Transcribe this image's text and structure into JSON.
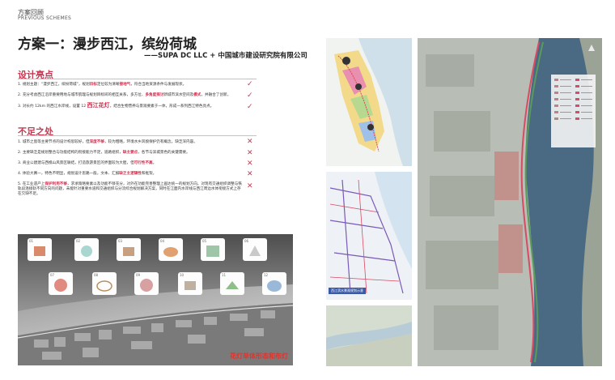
{
  "header": {
    "section_zh": "方案回顾",
    "section_en": "PREVIOUS SCHEMES"
  },
  "title": "方案一：漫步西江，缤纷荷城",
  "subtitle": "——SUPA DC LLC + 中国城市建设研究院有限公司",
  "highlights": {
    "heading": "设计亮点",
    "items": [
      {
        "pre": "1. 规划主题：“漫步西江，缤纷荷城”，规划",
        "hl": "目标",
        "mid": "定位较为清晰",
        "hl2": "接地气",
        "post": "，符合当地资源条件与发展现状。"
      },
      {
        "pre": "2. 充分考虑西江沿岸重要用地与城市肌理与规划目标间的相互关系，多方位、",
        "hl": "多角度探讨",
        "mid": "新城市滨水空间及",
        "hl2": "模式",
        "post": "，并融合了创新。"
      },
      {
        "pre": "3. 对长约 12km 的西江水岸线，设置 12 ",
        "hl_big": "西江花灯",
        "post": "，结合生物营养与景观要素于一体，形成一系列西江特色亮点。"
      }
    ],
    "mark": "✓"
  },
  "deficiencies": {
    "heading": "不足之处",
    "items": [
      {
        "pre": "1. 城市之窗等主要节点的设计构思较好，但",
        "hl": "深度不够",
        "post": "，较为粗略，环境水乡风貌保护仍有概念，缺乏深内容。"
      },
      {
        "pre": "2. 主要缺乏是规划整合与功能结构的衔接能力不足，道路组织，",
        "hl": "缺主要点",
        "post": "，各节与滨城景色的关键需要。"
      },
      {
        "pre": "3. 商业公建建与西樵山风景区联结，打造旅游景区的界面较为大胆，但",
        "hl": "可行性不高",
        "post": "。"
      },
      {
        "pre": "4. 体验大赛一，特色不明显，规划设计思路一般，文本、汇报",
        "hl": "缺乏主逻辑性",
        "post": "和框架。"
      },
      {
        "pre": "5. 在工业遗产上",
        "hl": "保护利用不够",
        "post": "，求承策略要素以及功能不够充分，对外在功能完善整理上画达统一的规划方向。对现有交通组织调整与铁轨段连接轨不同方向的问题，未能针对重要水道和交通组织与分流综合规划解决方案，同时在江面内水岸线与西江周边水体衔接方式上存在欠缺不足。"
      }
    ],
    "mark": "✕"
  },
  "rendering": {
    "caption": "花灯单体形态和布灯",
    "thumb_numbers": [
      "01",
      "02",
      "03",
      "04",
      "05",
      "06",
      "07",
      "08",
      "09",
      "10",
      "11",
      "12"
    ]
  },
  "maps": {
    "map2_label": "西江滨水景观规划示意"
  },
  "colors": {
    "accent": "#c33a52",
    "highlight": "#d12a4a",
    "caption": "#e0342e",
    "river": "#4a6a84",
    "route": "#d94a63"
  }
}
